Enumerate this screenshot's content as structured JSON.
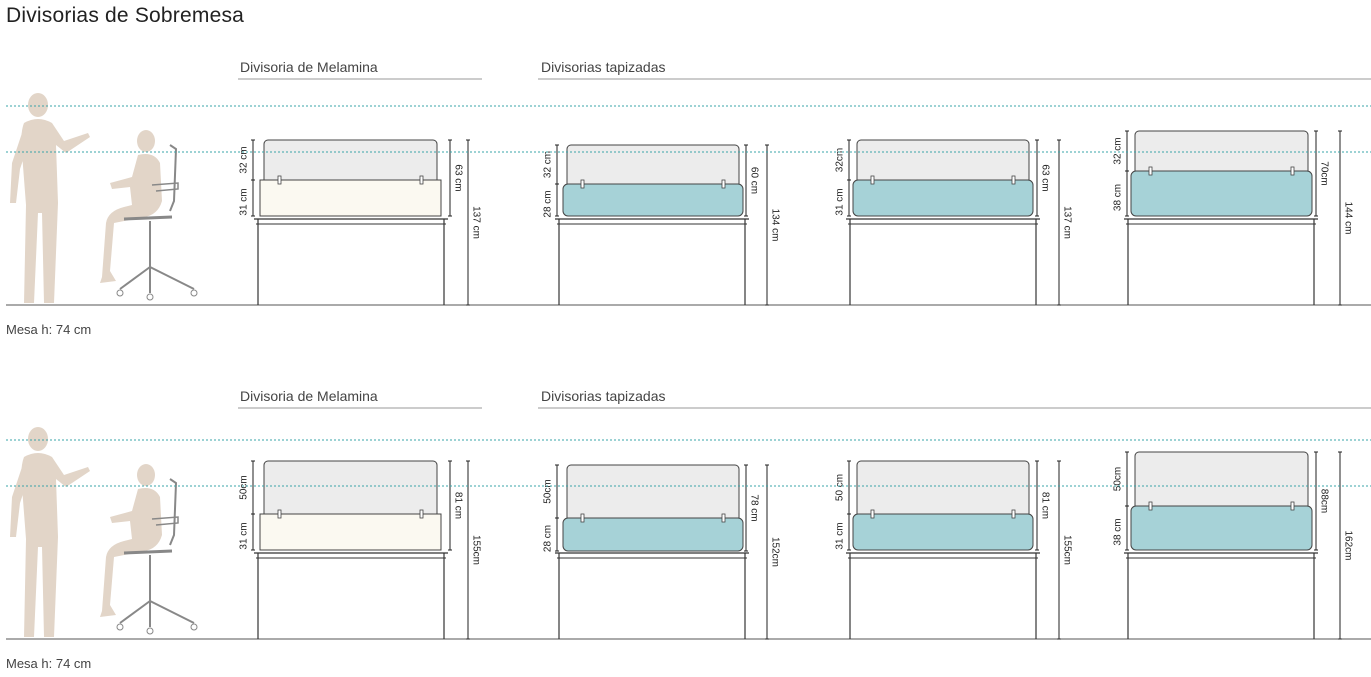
{
  "title": "Divisorias de Sobremesa",
  "colors": {
    "melamine": "#fbf9f1",
    "upholstered": "#a6d2d7",
    "glass": "#ececec",
    "figure": "#e2d5c8",
    "guide": "#3aa4a8",
    "ink": "#333333"
  },
  "icons": {
    "standing_person": "standing-person-icon",
    "seated_person": "seated-person-icon"
  },
  "rows": [
    {
      "group_melamina": "Divisoria de Melamina",
      "group_tapizadas": "Divisorias tapizadas",
      "caption": "Mesa h: 74 cm",
      "units": [
        {
          "type": "melamine",
          "top": "32 cm",
          "bottom": "31 cm",
          "panel": "63 cm",
          "total": "137 cm"
        },
        {
          "type": "upholstered",
          "top": "32 cm",
          "bottom": "28 cm",
          "panel": "60 cm",
          "total": "134 cm"
        },
        {
          "type": "upholstered",
          "top": "32cm",
          "bottom": "31 cm",
          "panel": "63 cm",
          "total": "137 cm"
        },
        {
          "type": "upholstered",
          "top": "32 cm",
          "bottom": "38 cm",
          "panel": "70cm",
          "total": "144 cm"
        }
      ]
    },
    {
      "group_melamina": "Divisoria de Melamina",
      "group_tapizadas": "Divisorias tapizadas",
      "caption": "Mesa h: 74 cm",
      "units": [
        {
          "type": "melamine",
          "top": "50cm",
          "bottom": "31 cm",
          "panel": "81 cm",
          "total": "155cm"
        },
        {
          "type": "upholstered",
          "top": "50cm",
          "bottom": "28 cm",
          "panel": "78 cm",
          "total": "152cm"
        },
        {
          "type": "upholstered",
          "top": "50 cm",
          "bottom": "31 cm",
          "panel": "81 cm",
          "total": "155cm"
        },
        {
          "type": "upholstered",
          "top": "50cm",
          "bottom": "38 cm",
          "panel": "88cm",
          "total": "162cm"
        }
      ]
    }
  ]
}
